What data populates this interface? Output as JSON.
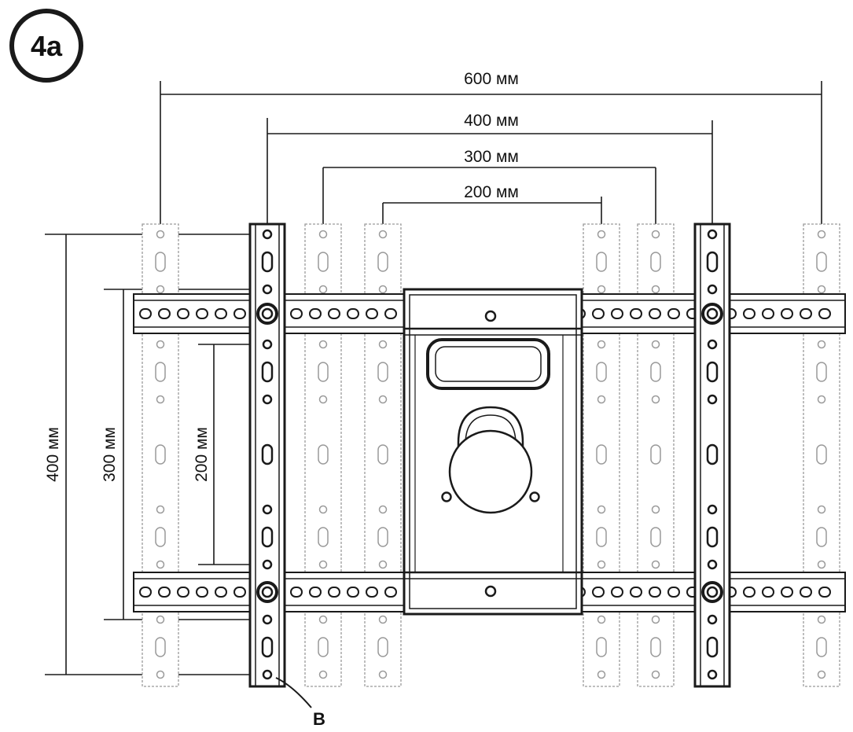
{
  "figure": {
    "step_label": "4a",
    "callout_label": "B"
  },
  "dimensions": {
    "horizontal": [
      "600 мм",
      "400 мм",
      "300 мм",
      "200 мм"
    ],
    "vertical": [
      "400 мм",
      "300 мм",
      "200 мм"
    ]
  },
  "colors": {
    "stroke": "#1a1a1a",
    "ghost_stroke": "#9a9a9a",
    "fill": "#ffffff"
  }
}
